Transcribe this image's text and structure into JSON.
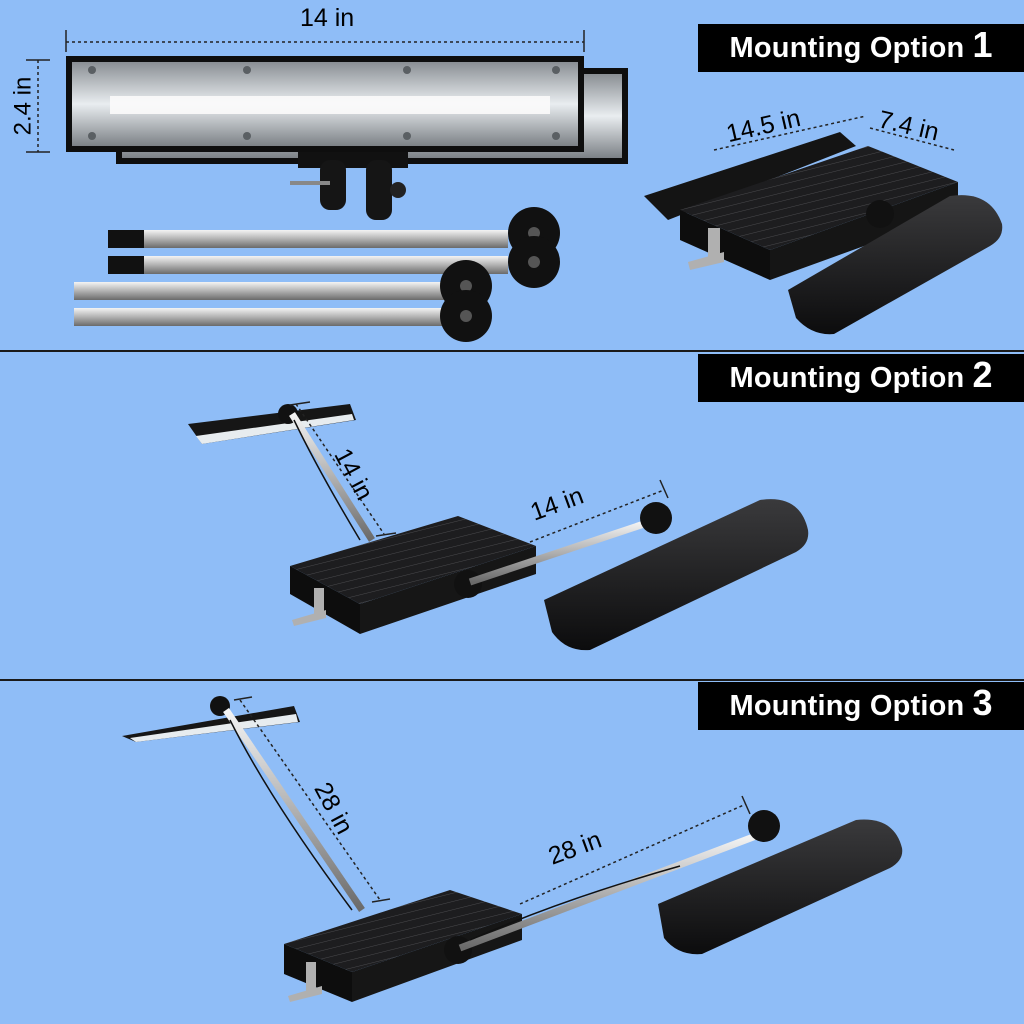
{
  "options": [
    {
      "label": "Mounting Option",
      "number": "1"
    },
    {
      "label": "Mounting Option",
      "number": "2"
    },
    {
      "label": "Mounting Option",
      "number": "3"
    }
  ],
  "dimensions": {
    "panel_width": "14 in",
    "panel_height": "2.4 in",
    "base_length": "14.5 in",
    "base_depth": "7.4 in",
    "opt2_vertical_arm": "14 in",
    "opt2_horizontal_arm": "14 in",
    "opt3_vertical_arm": "28 in",
    "opt3_horizontal_arm": "28 in"
  },
  "colors": {
    "background": "#8fbdf7",
    "badge": "#000000",
    "product": "#1c1c1e"
  }
}
